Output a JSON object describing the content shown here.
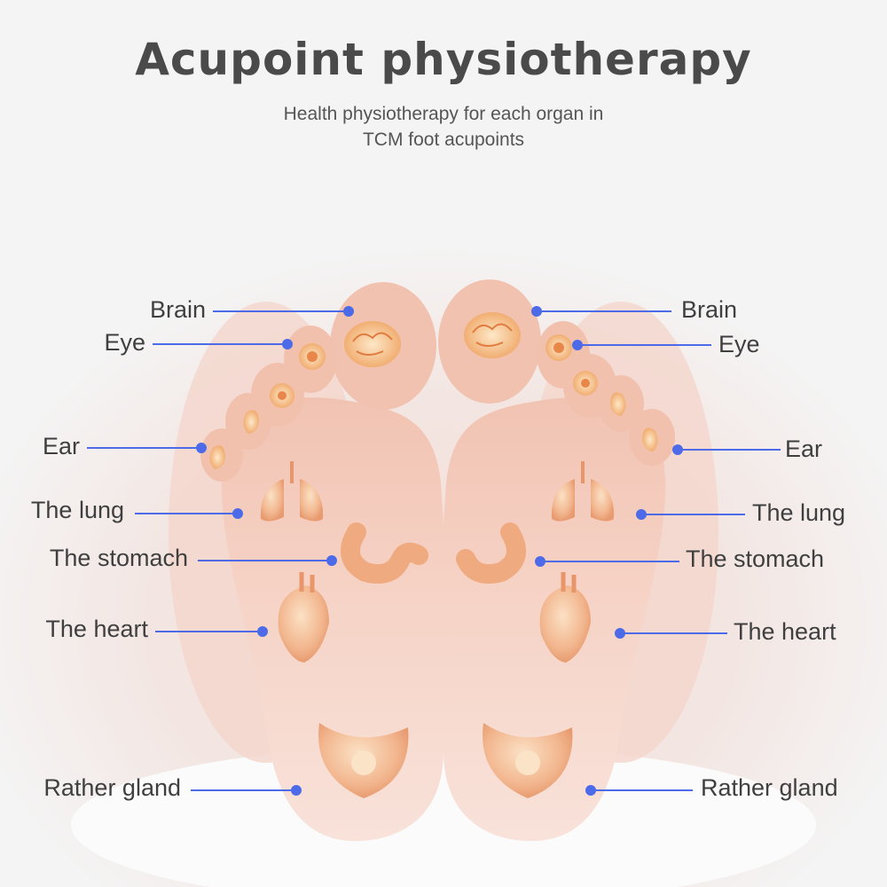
{
  "title": "Acupoint physiotherapy",
  "subtitle_line1": "Health physiotherapy for each organ in",
  "subtitle_line2": "TCM foot acupoints",
  "accent_color": "#4d6be8",
  "labels": {
    "brain": "Brain",
    "eye": "Eye",
    "ear": "Ear",
    "lung": "The lung",
    "stomach": "The stomach",
    "heart": "The heart",
    "gland": "Rather gland"
  }
}
